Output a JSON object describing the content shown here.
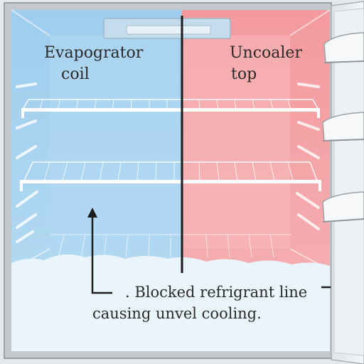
{
  "labels": {
    "left_line1": "Evapogrator",
    "left_line2": "coil",
    "right_line1": "Uncoaler",
    "right_line2": "top"
  },
  "caption": {
    "line1": ". Blocked refrigrant line",
    "line2": "causing unvel cooling."
  },
  "colors": {
    "cold_zone": "#a9d3ef",
    "warm_zone": "#f3a6a8",
    "frost": "#eaf5fb",
    "divider": "#1c1c1c",
    "cabinet": "#c9ced2",
    "shelf": "#ffffff"
  },
  "icons": [
    "up-arrow-icon",
    "right-arrow-icon"
  ]
}
